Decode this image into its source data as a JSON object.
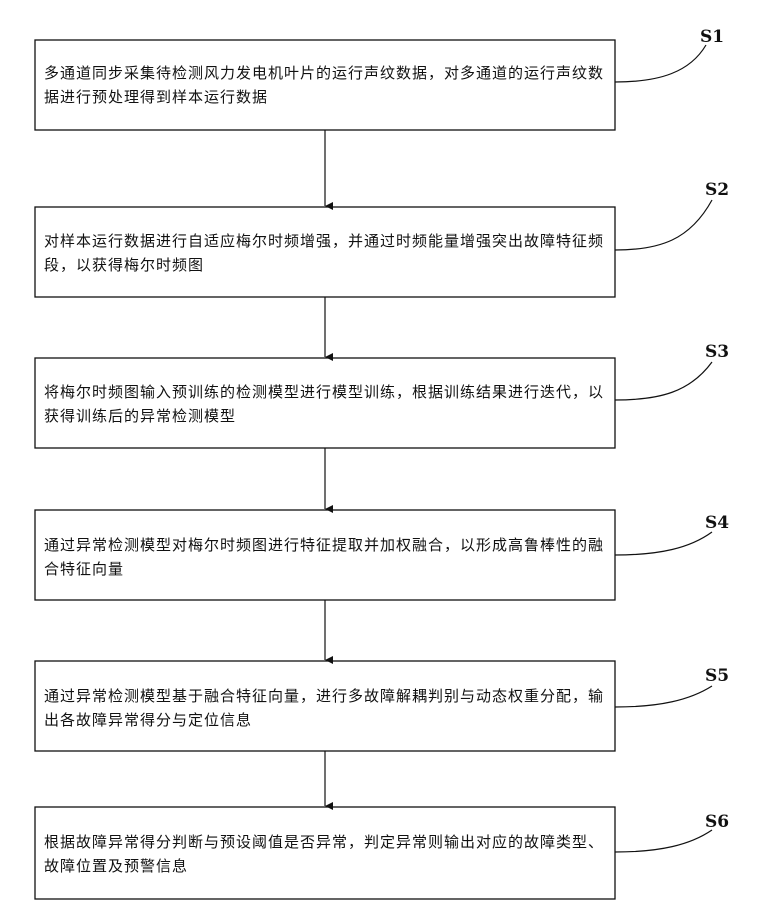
{
  "steps": [
    {
      "id": "S1",
      "text": "多通道同步采集待检测风力发电机叶片的运行声纹数据，对多通道的运行声纹数据进行预处理得到样本运行数据"
    },
    {
      "id": "S2",
      "text": "对样本运行数据进行自适应梅尔时频增强，并通过时频能量增强突出故障特征频段，以获得梅尔时频图"
    },
    {
      "id": "S3",
      "text": "将梅尔时频图输入预训练的检测模型进行模型训练，根据训练结果进行迭代，以获得训练后的异常检测模型"
    },
    {
      "id": "S4",
      "text": "通过异常检测模型对梅尔时频图进行特征提取并加权融合，以形成高鲁棒性的融合特征向量"
    },
    {
      "id": "S5",
      "text": "通过异常检测模型基于融合特征向量，进行多故障解耦判别与动态权重分配，输出各故障异常得分与定位信息"
    },
    {
      "id": "S6",
      "text": "根据故障异常得分判断与预设阈值是否异常，判定异常则输出对应的故障类型、故障位置及预警信息"
    }
  ]
}
